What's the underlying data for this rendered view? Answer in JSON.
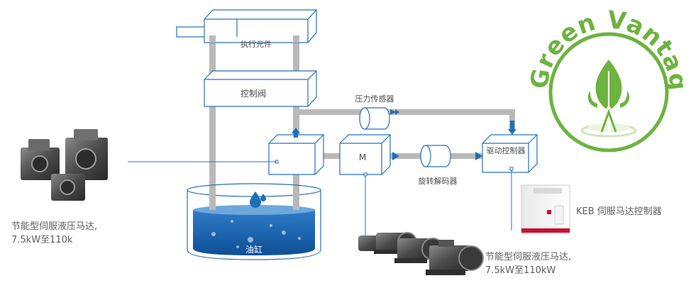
{
  "diagram": {
    "actuator_label": "执行元件",
    "control_valve_label": "控制阀",
    "pressure_sensor_label": "压力传感器",
    "motor_label": "M",
    "resolver_label": "旋转解码器",
    "drive_controller_label": "驱动控制器",
    "tank_label": "油缸"
  },
  "left_pump": {
    "line1": "节能型伺服液压马达,",
    "line2": "7.5kW至110k"
  },
  "bottom_pumps": {
    "line1": "节能型伺服液压马达,",
    "line2": "7.5kW至110kW"
  },
  "keb_controller": {
    "label": "KEB 伺服马达控制器"
  },
  "logo": {
    "text": "Green Vantage"
  },
  "colors": {
    "flow_gray": "#b9b9b9",
    "accent_blue": "#1f6fb7",
    "box_border": "#2a70b8",
    "green": "#6db33f",
    "oil_blue": "#1a5da8"
  }
}
